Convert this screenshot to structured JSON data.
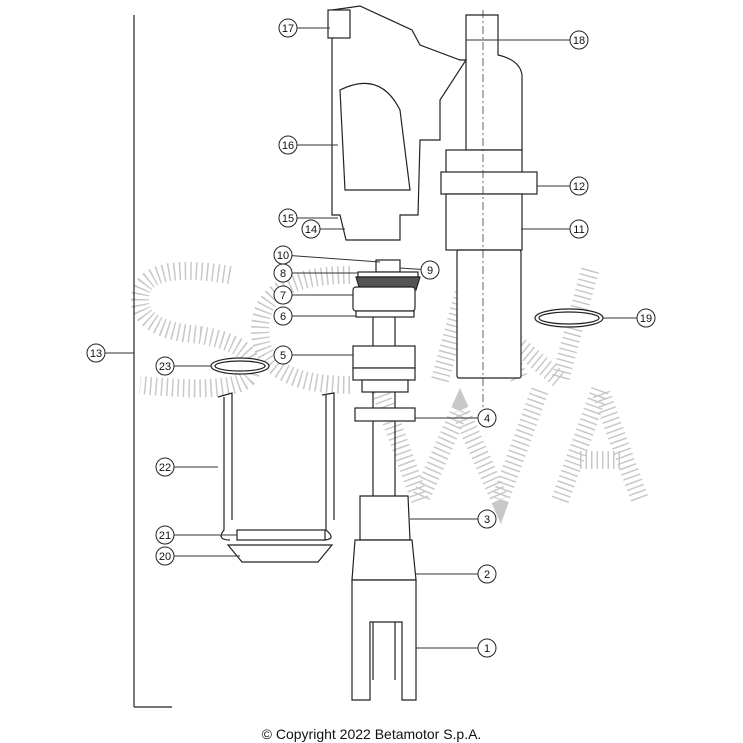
{
  "diagram": {
    "callouts": [
      "1",
      "2",
      "3",
      "4",
      "5",
      "6",
      "7",
      "8",
      "9",
      "10",
      "11",
      "12",
      "13",
      "14",
      "15",
      "16",
      "17",
      "18",
      "19",
      "20",
      "21",
      "22",
      "23"
    ],
    "line_color": "#222222",
    "watermark_color": "#bbbbbb"
  },
  "footer": {
    "copyright": "© Copyright 2022 Betamotor S.p.A."
  }
}
